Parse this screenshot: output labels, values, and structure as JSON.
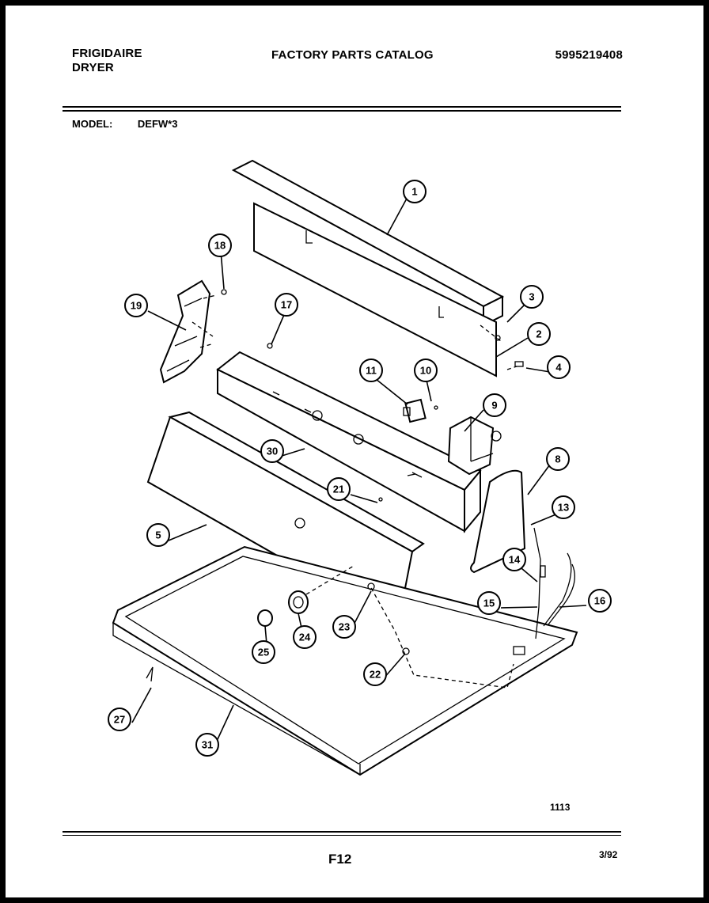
{
  "header": {
    "brand_line1": "FRIGIDAIRE",
    "brand_line2": "DRYER",
    "title": "FACTORY PARTS CATALOG",
    "part_number": "5995219408"
  },
  "model": {
    "label": "MODEL:",
    "value": "DEFW*3"
  },
  "callouts": [
    "1",
    "2",
    "3",
    "4",
    "5",
    "8",
    "9",
    "10",
    "11",
    "13",
    "14",
    "15",
    "16",
    "17",
    "18",
    "19",
    "21",
    "22",
    "23",
    "24",
    "25",
    "27",
    "30",
    "31"
  ],
  "footer": {
    "drawing_number": "1113",
    "page": "F12",
    "date": "3/92"
  }
}
